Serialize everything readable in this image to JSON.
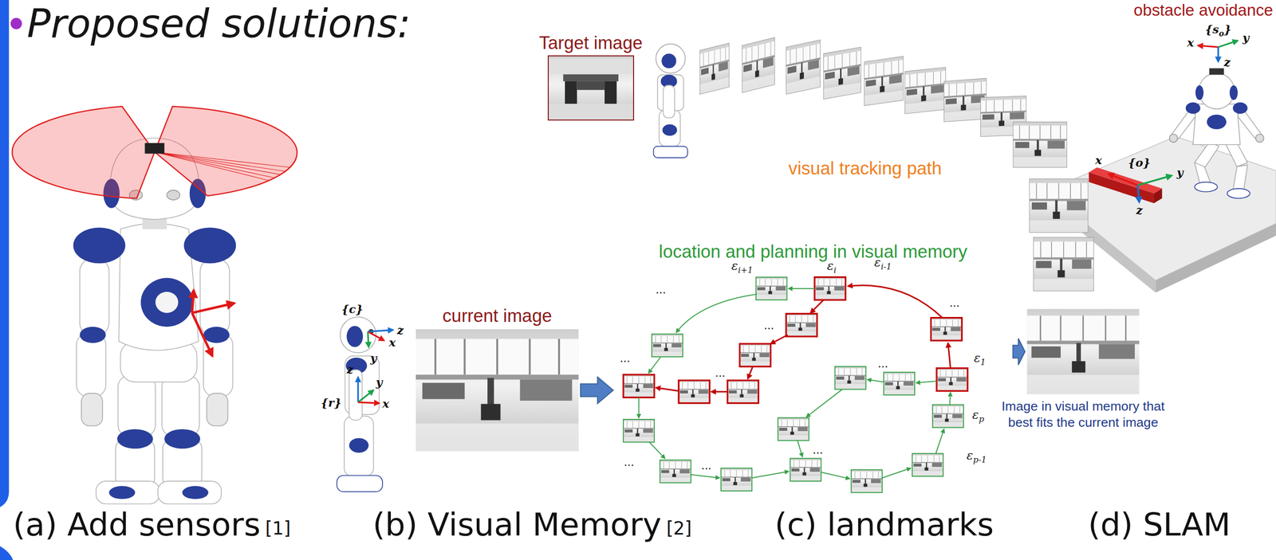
{
  "diagram": {
    "title": "Proposed solutions:",
    "nodes": [
      {
        "text": [
          "Target image"
        ]
      },
      {
        "text": [
          "current image"
        ]
      },
      {
        "text": [
          "location and planning in visual memory"
        ]
      },
      {
        "text": [
          "Image in visual memory that best fits the current image"
        ]
      }
    ],
    "edges": [
      {
        "from": 1,
        "to": 2,
        "arrow": "to"
      },
      {
        "from": 2,
        "to": 3,
        "arrow": "to"
      }
    ],
    "labels": [
      "obstacle avoidance",
      "visual tracking path",
      "{c}",
      "z",
      "x",
      "y",
      "z",
      "y",
      "{r}",
      "x",
      "{so}",
      "x",
      "y",
      "z",
      "{o}",
      "x",
      "y",
      "z",
      "εi",
      "εi-1",
      "εi+1",
      "ε1",
      "εp",
      "εp-1",
      "...",
      "...",
      "...",
      "...",
      "...",
      "...",
      "...",
      "...",
      "...",
      "(a) Add sensors",
      "[1]",
      "(b) Visual Memory",
      "[2]",
      "(c) landmarks",
      "(d) SLAM"
    ]
  }
}
